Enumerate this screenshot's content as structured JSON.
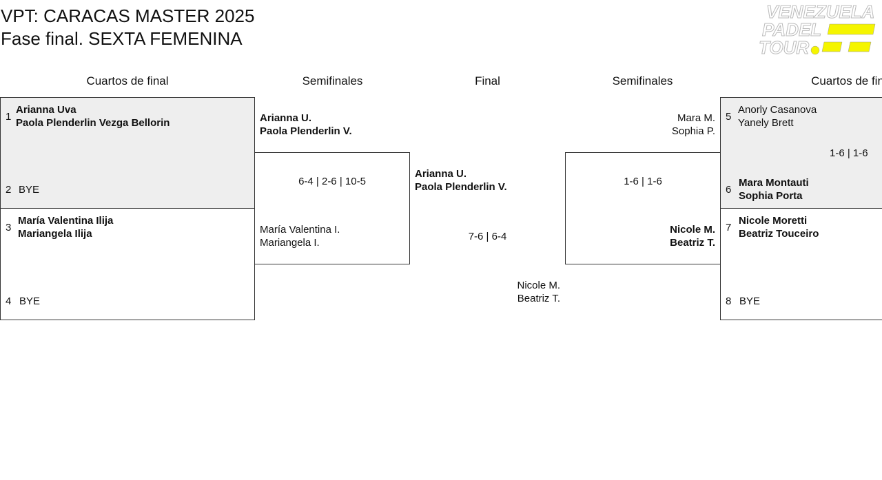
{
  "header": {
    "title": "VPT: CARACAS MASTER 2025",
    "subtitle": "Fase final. SEXTA FEMENINA",
    "logo_text": [
      "VENEZUELA",
      "PADEL",
      "TOUR"
    ],
    "logo_color": "#f5f500"
  },
  "rounds": {
    "qf_left": "Cuartos de final",
    "sf_left": "Semifinales",
    "final": "Final",
    "sf_right": "Semifinales",
    "qf_right": "Cuartos de fin"
  },
  "qf_left": {
    "m1": {
      "seed_a": "1",
      "a1": "Arianna Uva",
      "a2": "Paola Plenderlin Vezga Bellorin",
      "seed_b": "2",
      "b1": "BYE"
    },
    "m2": {
      "seed_a": "3",
      "a1": "María Valentina Ilija",
      "a2": "Mariangela Ilija",
      "seed_b": "4",
      "b1": "BYE"
    }
  },
  "sf_left": {
    "a1": "Arianna U.",
    "a2": "Paola Plenderlin V.",
    "score": "6-4 | 2-6 | 10-5",
    "b1": "María Valentina I.",
    "b2": "Mariangela I."
  },
  "final": {
    "a1": "Arianna U.",
    "a2": "Paola Plenderlin V.",
    "score": "7-6 | 6-4",
    "b1": "Nicole M.",
    "b2": "Beatriz T."
  },
  "sf_right": {
    "a1": "Mara M.",
    "a2": "Sophia P.",
    "score": "1-6 | 1-6",
    "b1": "Nicole M.",
    "b2": "Beatriz T."
  },
  "qf_right": {
    "m1": {
      "seed_a": "5",
      "a1": "Anorly Casanova",
      "a2": "Yanely Brett",
      "score": "1-6 | 1-6",
      "seed_b": "6",
      "b1": "Mara Montauti",
      "b2": "Sophia Porta"
    },
    "m2": {
      "seed_a": "7",
      "a1": "Nicole Moretti",
      "a2": "Beatriz Touceiro",
      "seed_b": "8",
      "b1": "BYE"
    }
  }
}
